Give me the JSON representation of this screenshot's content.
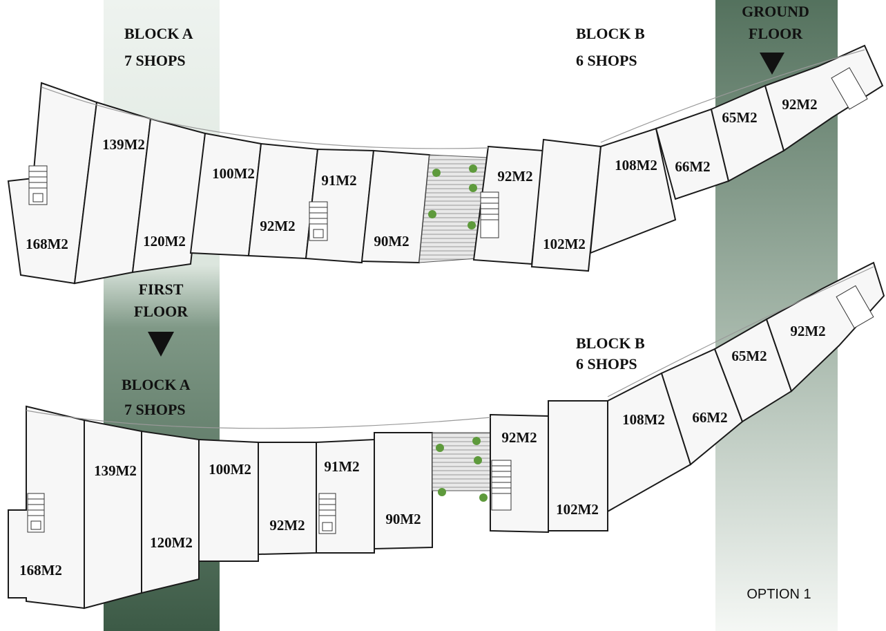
{
  "ground_floor": {
    "label": "GROUND\nFLOOR",
    "label_line1": "GROUND",
    "label_line2": "FLOOR",
    "block_a": {
      "name": "BLOCK A",
      "count": "7 SHOPS"
    },
    "block_b": {
      "name": "BLOCK B",
      "count": "6 SHOPS"
    },
    "units": [
      "168M2",
      "139M2",
      "120M2",
      "100M2",
      "92M2",
      "91M2",
      "90M2",
      "92M2",
      "102M2",
      "108M2",
      "66M2",
      "65M2",
      "92M2"
    ]
  },
  "first_floor": {
    "label_line1": "FIRST",
    "label_line2": "FLOOR",
    "block_a": {
      "name": "BLOCK A",
      "count": "7 SHOPS"
    },
    "block_b": {
      "name": "BLOCK B",
      "count": "6 SHOPS"
    },
    "units": [
      "168M2",
      "139M2",
      "120M2",
      "100M2",
      "92M2",
      "91M2",
      "90M2",
      "92M2",
      "102M2",
      "108M2",
      "66M2",
      "65M2",
      "92M2"
    ]
  },
  "option_label": "OPTION 1",
  "colors": {
    "band_dark": "#3e5c48",
    "band_light": "#e8efe9",
    "wall": "#1a1a1a",
    "floor_fill": "#f7f7f7"
  },
  "icons": [
    "down-triangle-icon",
    "stair-icon",
    "plant-icon"
  ]
}
